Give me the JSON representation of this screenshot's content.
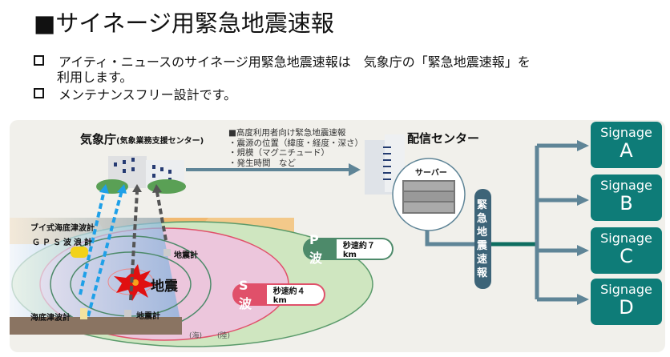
{
  "title": "■サイネージ用緊急地震速報",
  "bullets": [
    "アイティ・ニュースのサイネージ用緊急地震速報は　気象庁の「緊急地震速報」を",
    "利用します。",
    "メンテナンスフリー設計です。"
  ],
  "diagram": {
    "jma": "気象庁",
    "jma_sub": "(気象業務支援センター)",
    "info": [
      "■高度利用者向け緊急地震速報",
      "・震源の位置（緯度・経度・深さ）",
      "・規模（マグニチュード）",
      "・発生時間　など"
    ],
    "center": "配信センター",
    "server": "サーバー",
    "feed": "緊急地震速報",
    "buoy": "ブイ式海底津波計",
    "gps": "ＧＰＳ波浪計",
    "seabed": "海底津波計",
    "seismo1": "地震計",
    "seismo2": "地震計",
    "quake": "地震",
    "p_wave": "P波",
    "p_speed": "秒速約７km",
    "s_wave": "S波",
    "s_speed": "秒速約４km",
    "sea": "(海)",
    "land": "(陸)",
    "signage": [
      {
        "a": "Signage",
        "b": "A"
      },
      {
        "a": "Signage",
        "b": "B"
      },
      {
        "a": "Signage",
        "b": "C"
      },
      {
        "a": "Signage",
        "b": "D"
      }
    ],
    "colors": {
      "signage": "#0e7c78",
      "arrow": "#5f8597",
      "pill": "#3d6478",
      "p": "#4d8a6a",
      "s": "#e0506a"
    }
  }
}
